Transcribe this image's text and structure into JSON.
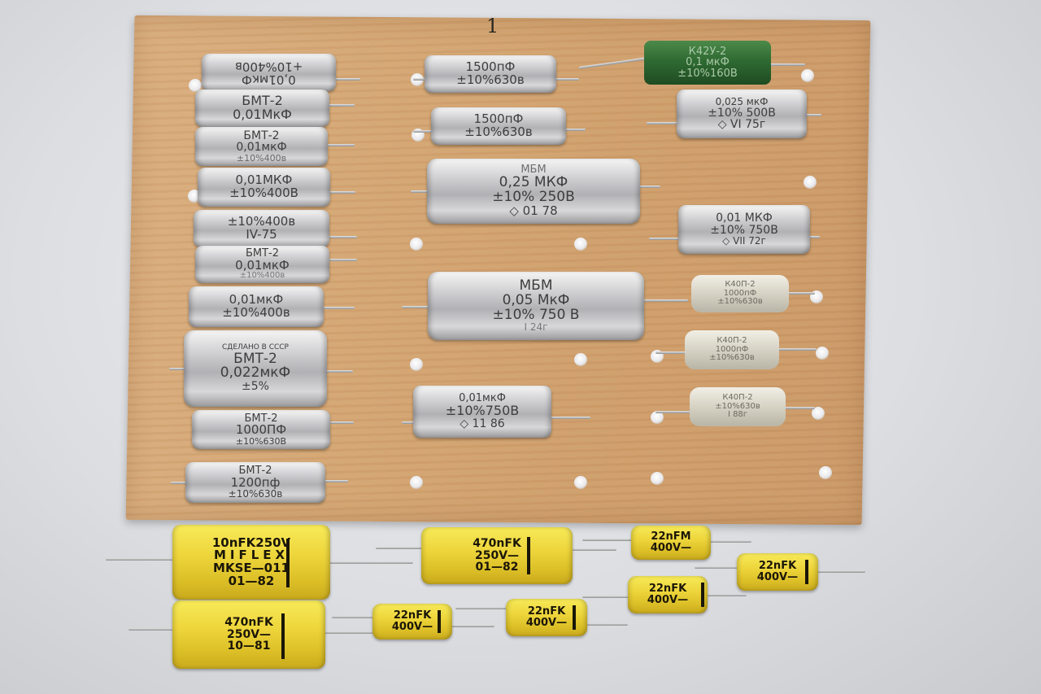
{
  "board": {
    "mark": "1"
  },
  "capacitors": {
    "c1": [
      "+10%400в",
      "0,01мкФ"
    ],
    "c2": [
      "БМТ-2",
      "0,01МкФ"
    ],
    "c3": [
      "БМТ-2",
      "0,01мкФ",
      "±10%400в"
    ],
    "c4": [
      "0,01МКФ",
      "±10%400В"
    ],
    "c5": [
      "±10%400в",
      "IV-75"
    ],
    "c6": [
      "БМТ-2",
      "0,01мкФ",
      "±10%400в"
    ],
    "c7": [
      "0,01мкФ",
      "±10%400в"
    ],
    "c8": [
      "СДЕЛАНО В СССР",
      "БМТ-2",
      "0,022мкФ",
      "±5%"
    ],
    "c9": [
      "БМТ-2",
      "1000ПФ",
      "±10%630В"
    ],
    "c10": [
      "БМТ-2",
      "1200пф",
      "±10%630в"
    ],
    "c11": [
      "1500пФ",
      "±10%630в"
    ],
    "c12": [
      "1500пФ",
      "±10%630в"
    ],
    "c13": [
      "МБМ",
      "0,25 МКФ",
      "±10% 250В",
      "◇ 01 78"
    ],
    "c14": [
      "МБМ",
      "0,05 МкФ",
      "±10% 750 В",
      "I 24г"
    ],
    "c15": [
      "0,01мкФ",
      "±10%750В",
      "◇ 11 86"
    ],
    "c16": [
      "К42У-2",
      "0,1 мкФ",
      "±10%160В"
    ],
    "c17": [
      "0,025 мкФ",
      "±10% 500В",
      "◇ VI 75г"
    ],
    "c18": [
      "0,01 МКФ",
      "±10% 750В",
      "◇ VII 72г"
    ],
    "c19": [
      "К40П-2",
      "1000пФ",
      "±10%630в"
    ],
    "c20": [
      "К40П-2",
      "1000пФ",
      "±10%630в"
    ],
    "c21": [
      "К40П-2",
      "±10%630в",
      "I 88г"
    ],
    "y1": [
      "10nFK250V",
      "MIFLEX",
      "MKSE—011",
      "01—82"
    ],
    "y2": [
      "470nFK",
      "250V—",
      "01—82"
    ],
    "y3": [
      "470nFK",
      "250V—",
      "10—81"
    ],
    "y4": [
      "22nFM",
      "400V—"
    ],
    "y5": [
      "22nFK",
      "400V—"
    ],
    "y6": [
      "22nFK",
      "400V—"
    ],
    "y7": [
      "22nFK",
      "400V—"
    ],
    "y8": [
      "22nFK",
      "400V—"
    ]
  },
  "colors": {
    "board": "#d4a674",
    "background": "#dcdee2",
    "metal_capacitor": "#c9c9cc",
    "yellow_capacitor": "#eed63c",
    "green_capacitor": "#2f6a32"
  }
}
